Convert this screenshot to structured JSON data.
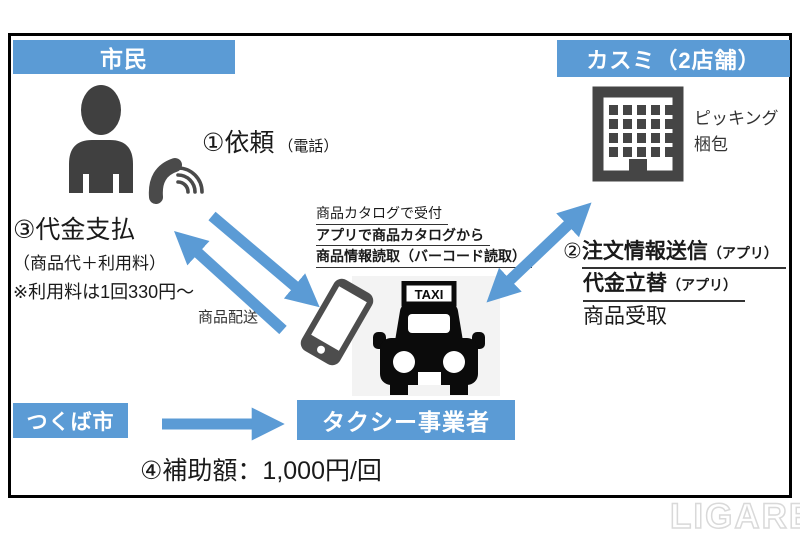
{
  "colors": {
    "accent": "#5b9bd5",
    "icon_gray": "#404040",
    "taxi_black": "#0b0b0b"
  },
  "boxes": {
    "citizen": "市民",
    "kasumi": "カスミ（2店舗）",
    "tsukuba": "つくば市",
    "taxi_operator": "タクシー事業者"
  },
  "steps": {
    "step1": {
      "main": "①依頼",
      "sub": "（電話）"
    },
    "step2": {
      "num": "②",
      "line1_main": "注文情報送信",
      "line1_sub": "（アプリ）",
      "line2_main": "代金立替",
      "line2_sub": "（アプリ）",
      "line3": "商品受取"
    },
    "step3": {
      "main": "③代金支払",
      "sub1": "（商品代＋利用料）",
      "sub2": "※利用料は1回330円～"
    },
    "step4": "④補助額：1,000円/回"
  },
  "labels": {
    "catalog_line1": "商品カタログで受付",
    "catalog_line2": "アプリで商品カタログから",
    "catalog_line3": "商品情報読取（バーコード読取）",
    "delivery": "商品配送",
    "picking_line1": "ピッキング",
    "picking_line2": "梱包",
    "taxi_sign": "TAXI"
  },
  "watermark": "LIGARE"
}
